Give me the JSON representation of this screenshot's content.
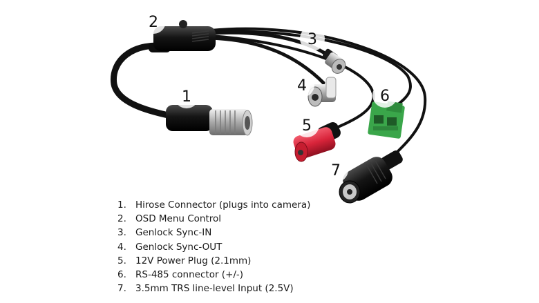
{
  "callouts": [
    "1",
    "2",
    "3",
    "4",
    "5",
    "6",
    "7"
  ],
  "legend": [
    {
      "number": "1.",
      "label": "Hirose Connector (plugs into camera)"
    },
    {
      "number": "2.",
      "label": "OSD Menu Control"
    },
    {
      "number": "3.",
      "label": "Genlock Sync-IN"
    },
    {
      "number": "4.",
      "label": "Genlock Sync-OUT"
    },
    {
      "number": "5.",
      "label": "12V Power Plug (2.1mm)"
    },
    {
      "number": "6.",
      "label": "RS-485 connector (+/-)"
    },
    {
      "number": "7.",
      "label": "3.5mm TRS line-level Input (2.5V)"
    }
  ],
  "colors": {
    "cable": "#111111",
    "power_plug": "#d8243a",
    "terminal_block": "#3aa64a",
    "metal": "#c9c9c9"
  }
}
